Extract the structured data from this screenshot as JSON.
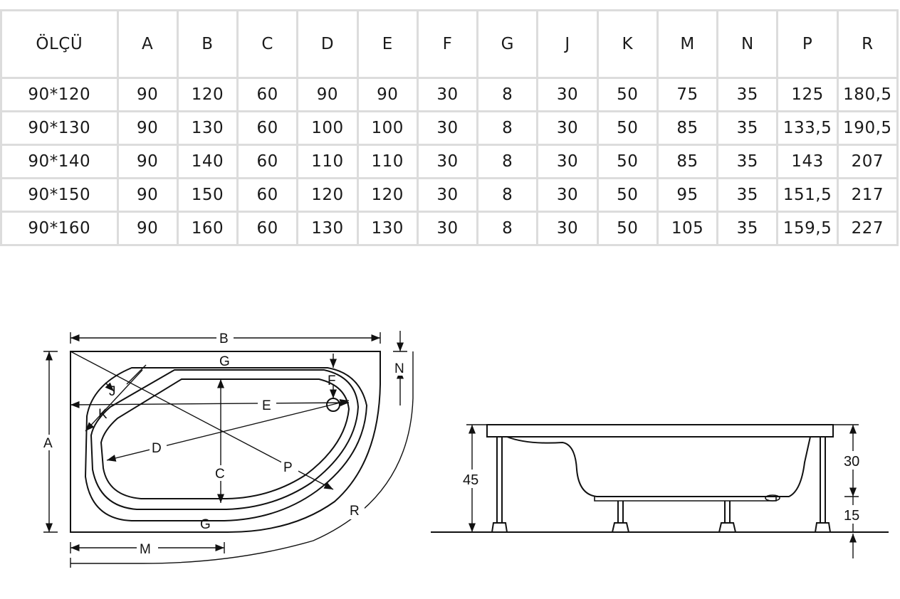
{
  "table": {
    "headers": [
      "ÖLÇÜ",
      "A",
      "B",
      "C",
      "D",
      "E",
      "F",
      "G",
      "J",
      "K",
      "M",
      "N",
      "P",
      "R"
    ],
    "rows": [
      [
        "90*120",
        "90",
        "120",
        "60",
        "90",
        "90",
        "30",
        "8",
        "30",
        "50",
        "75",
        "35",
        "125",
        "180,5"
      ],
      [
        "90*130",
        "90",
        "130",
        "60",
        "100",
        "100",
        "30",
        "8",
        "30",
        "50",
        "85",
        "35",
        "133,5",
        "190,5"
      ],
      [
        "90*140",
        "90",
        "140",
        "60",
        "110",
        "110",
        "30",
        "8",
        "30",
        "50",
        "85",
        "35",
        "143",
        "207"
      ],
      [
        "90*150",
        "90",
        "150",
        "60",
        "120",
        "120",
        "30",
        "8",
        "30",
        "50",
        "95",
        "35",
        "151,5",
        "217"
      ],
      [
        "90*160",
        "90",
        "160",
        "60",
        "130",
        "130",
        "30",
        "8",
        "30",
        "50",
        "105",
        "35",
        "159,5",
        "227"
      ]
    ]
  },
  "top_view": {
    "labels": {
      "B": "B",
      "G_top": "G",
      "G_bottom": "G",
      "N": "N",
      "F": "F",
      "E": "E",
      "J": "J",
      "K": "K",
      "A": "A",
      "D": "D",
      "C": "C",
      "P": "P",
      "R": "R",
      "M": "M"
    }
  },
  "side_view": {
    "labels": {
      "height_total": "45",
      "height_tub": "30",
      "height_leg": "15"
    }
  }
}
